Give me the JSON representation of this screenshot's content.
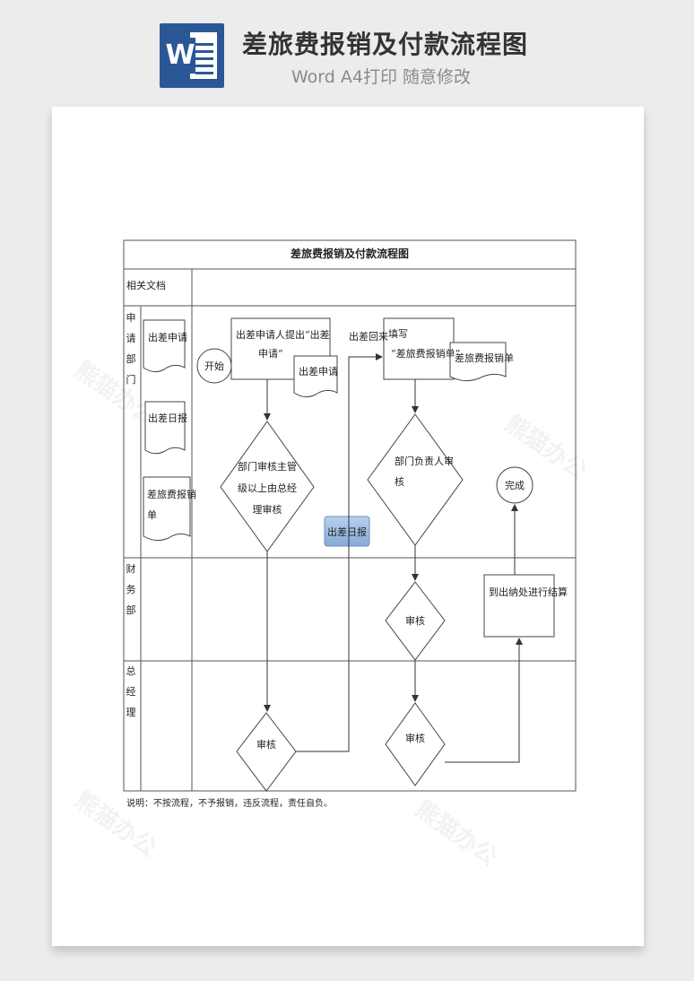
{
  "header": {
    "icon_letter": "W",
    "title": "差旅费报销及付款流程图",
    "subtitle": "Word A4打印 随意修改"
  },
  "doc": {
    "table_title": "差旅费报销及付款流程图",
    "related_docs_label": "相关文档",
    "lanes": {
      "apply_dept": [
        "申",
        "请",
        "部",
        "门"
      ],
      "finance": [
        "财",
        "务",
        "部"
      ],
      "gm": [
        "总",
        "经",
        "理"
      ]
    },
    "docs": {
      "doc1": "出差申请",
      "doc2": "出差日报",
      "doc3_line1": "差旅费报销",
      "doc3_line2": "单"
    },
    "flow": {
      "start": "开始",
      "apply_box_line1": "出差申请人提出“出差",
      "apply_box_line2": "申请”",
      "apply_doc": "出差申请",
      "return_label": "出差回来",
      "fill_box_line1": "填写",
      "fill_box_line2": "“差旅费报销单”",
      "fill_doc": "差旅费报销单",
      "review1_line1": "部门审核主管",
      "review1_line2": "级以上由总经",
      "review1_line3": "理审核",
      "daily_report": "出差日报",
      "review2_line1": "部门负责人审",
      "review2_line2": "核",
      "finish": "完成",
      "settle_box": "到出纳处进行结算",
      "finance_review": "审核",
      "gm_review_left": "审核",
      "gm_review_right": "审核"
    },
    "note": "说明：不按流程，不予报销，违反流程，责任自负。",
    "watermark": "熊猫办公"
  },
  "colors": {
    "word_blue": "#2b5797",
    "line": "#555555",
    "daily_report_fill": "#9dbbe0"
  }
}
